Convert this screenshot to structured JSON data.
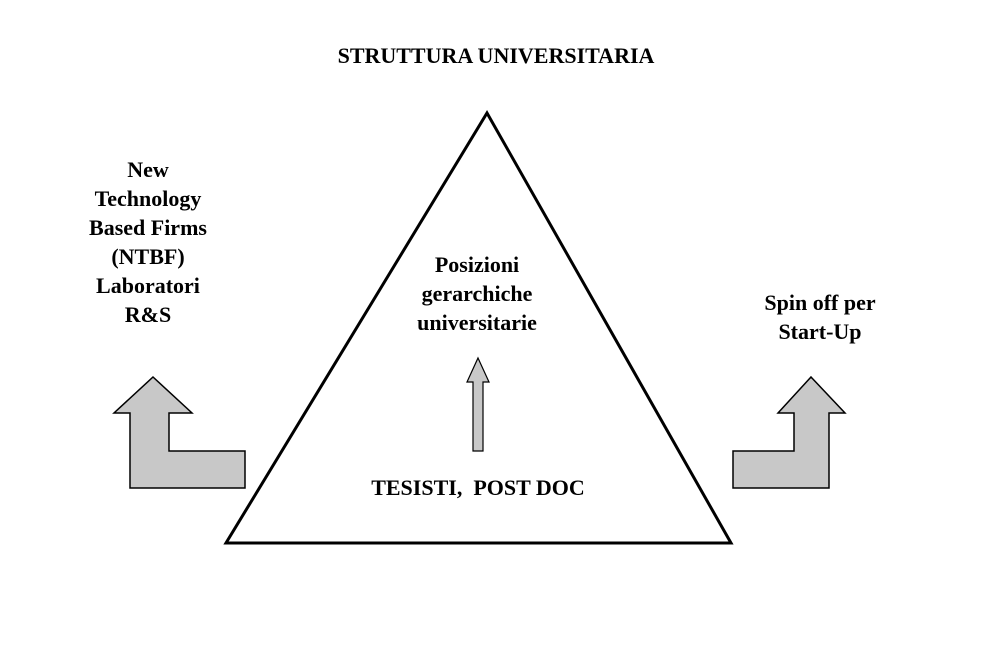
{
  "title": "STRUTTURA UNIVERSITARIA",
  "left": {
    "lines": [
      "New",
      "Technology",
      "Based Firms",
      "(NTBF)",
      "Laboratori",
      "R&S"
    ]
  },
  "pyramid": {
    "top_lines": [
      "Posizioni",
      "gerarchiche",
      "universitarie"
    ],
    "base_label": "TESISTI,  POST DOC"
  },
  "right": {
    "lines": [
      "Spin off per",
      "Start-Up"
    ]
  },
  "colors": {
    "arrow_fill": "#c8c8c8",
    "stroke": "#000000",
    "background": "#ffffff"
  }
}
